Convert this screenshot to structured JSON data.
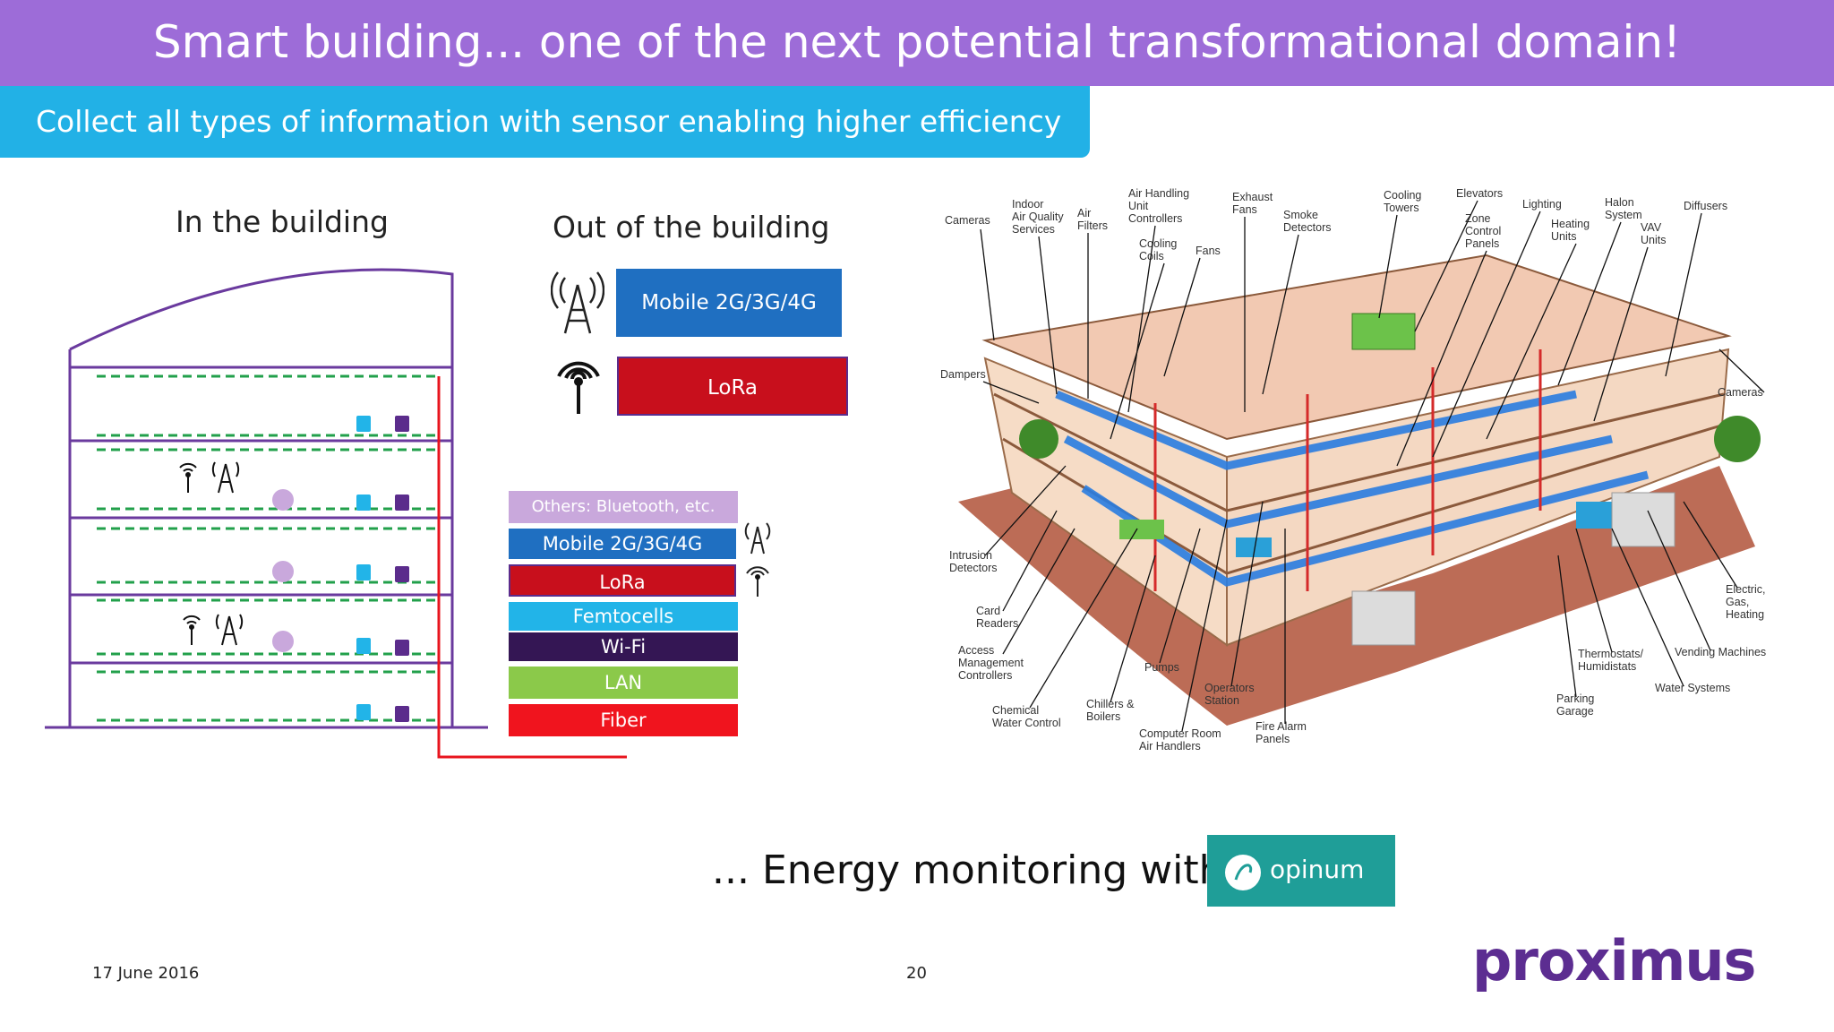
{
  "header": {
    "title": "Smart building... one of the next potential transformational domain!",
    "subtitle": "Collect all types of information with sensor enabling higher efficiency"
  },
  "left_diagram": {
    "in_title": "In the building",
    "out_title": "Out of the building",
    "out_items": [
      {
        "label": "Mobile 2G/3G/4G",
        "color": "#1f6fc1"
      },
      {
        "label": "LoRa",
        "color": "#c80f1c"
      }
    ],
    "legend": [
      {
        "label": "Others: Bluetooth, etc.",
        "color": "#c9a8dc"
      },
      {
        "label": "Mobile 2G/3G/4G",
        "color": "#1f6fc1"
      },
      {
        "label": "LoRa",
        "color": "#c80f1c"
      },
      {
        "label": "Femtocells",
        "color": "#22b4e8"
      },
      {
        "label": "Wi-Fi",
        "color": "#341654"
      },
      {
        "label": "LAN",
        "color": "#8bc94a"
      },
      {
        "label": "Fiber",
        "color": "#f0141e"
      }
    ]
  },
  "building_image": {
    "labels": [
      "Cameras",
      "Indoor Air Quality Services",
      "Air Filters",
      "Air Handling Unit Controllers",
      "Cooling Coils",
      "Fans",
      "Exhaust Fans",
      "Smoke Detectors",
      "Cooling Towers",
      "Elevators",
      "Zone Control Panels",
      "Lighting",
      "Heating Units",
      "Halon System",
      "VAV Units",
      "Diffusers",
      "Dampers",
      "Cameras",
      "Intrusion Detectors",
      "Card Readers",
      "Access Management Controllers",
      "Chemical Water Control",
      "Chillers & Boilers",
      "Pumps",
      "Computer Room Air Handlers",
      "Operators Station",
      "Fire Alarm Panels",
      "Parking Garage",
      "Thermostats/ Humidistats",
      "Water Systems",
      "Vending Machines",
      "Electric, Gas, Heating"
    ]
  },
  "energy": {
    "text": "... Energy monitoring with",
    "logo_text": "opinum"
  },
  "footer": {
    "date": "17 June 2016",
    "page": "20",
    "brand": "proximus"
  }
}
